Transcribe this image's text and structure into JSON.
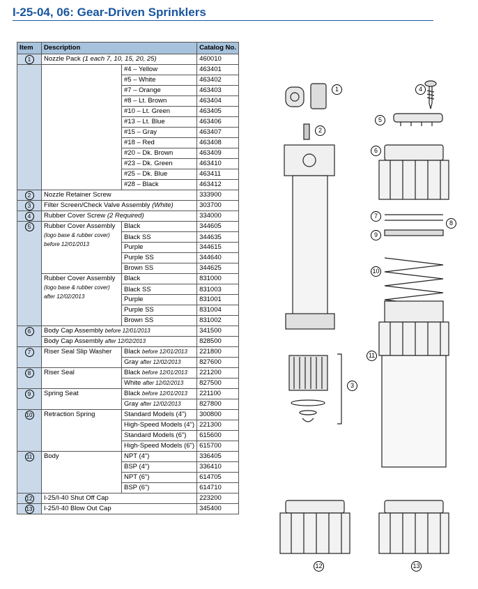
{
  "title": "I-25-04, 06: Gear-Driven Sprinklers",
  "headers": {
    "item": "Item",
    "description": "Description",
    "catalog": "Catalog No."
  },
  "rows": {
    "r1": {
      "num": "1",
      "desc": "Nozzle Pack",
      "desc_note": "(1 each 7, 10, 15, 20, 25)",
      "cat": "460010"
    },
    "nozzles": [
      {
        "label": "#4 – Yellow",
        "cat": "463401"
      },
      {
        "label": "#5 – White",
        "cat": "463402"
      },
      {
        "label": "#7 – Orange",
        "cat": "463403"
      },
      {
        "label": "#8 – Lt. Brown",
        "cat": "463404"
      },
      {
        "label": "#10 – Lt. Green",
        "cat": "463405"
      },
      {
        "label": "#13 – Lt. Blue",
        "cat": "463406"
      },
      {
        "label": "#15 – Gray",
        "cat": "463407"
      },
      {
        "label": "#18 – Red",
        "cat": "463408"
      },
      {
        "label": "#20 – Dk. Brown",
        "cat": "463409"
      },
      {
        "label": "#23 – Dk. Green",
        "cat": "463410"
      },
      {
        "label": "#25 – Dk. Blue",
        "cat": "463411"
      },
      {
        "label": "#28 – Black",
        "cat": "463412"
      }
    ],
    "r2": {
      "num": "2",
      "desc": "Nozzle Retainer Screw",
      "cat": "333900"
    },
    "r3": {
      "num": "3",
      "desc": "Filter Screen/Check Valve Assembly",
      "note": "(White)",
      "cat": "303700"
    },
    "r4": {
      "num": "4",
      "desc": "Rubber Cover Screw",
      "note": "(2 Required)",
      "cat": "334000"
    },
    "r5": {
      "num": "5",
      "a_desc": "Rubber Cover Assembly",
      "a_note1": "(logo base & rubber cover)",
      "a_note2": "before 12/01/2013",
      "a": [
        {
          "label": "Black",
          "cat": "344605"
        },
        {
          "label": "Black SS",
          "cat": "344635"
        },
        {
          "label": "Purple",
          "cat": "344615"
        },
        {
          "label": "Purple SS",
          "cat": "344640"
        },
        {
          "label": "Brown SS",
          "cat": "344625"
        }
      ],
      "b_desc": "Rubber Cover Assembly",
      "b_note1": "(logo base & rubber cover)",
      "b_note2": "after 12/02/2013",
      "b": [
        {
          "label": "Black",
          "cat": "831000"
        },
        {
          "label": "Black SS",
          "cat": "831003"
        },
        {
          "label": "Purple",
          "cat": "831001"
        },
        {
          "label": "Purple SS",
          "cat": "831004"
        },
        {
          "label": "Brown SS",
          "cat": "831002"
        }
      ]
    },
    "r6": {
      "num": "6",
      "a_desc": "Body Cap Assembly",
      "a_note": "before 12/01/2013",
      "a_cat": "341500",
      "b_desc": "Body Cap Assembly",
      "b_note": "after 12/02/2013",
      "b_cat": "828500"
    },
    "r7": {
      "num": "7",
      "desc": "Riser Seal Slip Washer",
      "a": "Black",
      "a_note": "before 12/01/2013",
      "a_cat": "221800",
      "b": "Gray",
      "b_note": "after 12/02/2013",
      "b_cat": "827600"
    },
    "r8": {
      "num": "8",
      "desc": "Riser Seal",
      "a": "Black",
      "a_note": "before 12/01/2013",
      "a_cat": "221200",
      "b": "White",
      "b_note": "after 12/02/2013",
      "b_cat": "827500"
    },
    "r9": {
      "num": "9",
      "desc": "Spring Seat",
      "a": "Black",
      "a_note": "before 12/01/2013",
      "a_cat": "221100",
      "b": "Gray",
      "b_note": "after 12/02/2013",
      "b_cat": "827800"
    },
    "r10": {
      "num": "10",
      "desc": "Retraction Spring",
      "items": [
        {
          "label": "Standard Models (4\")",
          "cat": "300800"
        },
        {
          "label": "High-Speed Models (4\")",
          "cat": "221300"
        },
        {
          "label": "Standard Models (6\")",
          "cat": "615600"
        },
        {
          "label": "High-Speed Models (6\")",
          "cat": "615700"
        }
      ]
    },
    "r11": {
      "num": "11",
      "desc": "Body",
      "items": [
        {
          "label": "NPT (4\")",
          "cat": "336405"
        },
        {
          "label": "BSP (4\")",
          "cat": "336410"
        },
        {
          "label": "NPT (6\")",
          "cat": "614705"
        },
        {
          "label": "BSP (6\")",
          "cat": "614710"
        }
      ]
    },
    "r12": {
      "num": "12",
      "desc": "I-25/I-40 Shut Off Cap",
      "cat": "223200"
    },
    "r13": {
      "num": "13",
      "desc": "I-25/I-40 Blow Out Cap",
      "cat": "345400"
    }
  },
  "callouts": [
    "1",
    "2",
    "3",
    "4",
    "5",
    "6",
    "7",
    "8",
    "9",
    "10",
    "11",
    "12",
    "13"
  ],
  "colors": {
    "title": "#1a56a0",
    "header_bg": "#a7c2dc",
    "item_col_bg": "#c9d9ea"
  }
}
